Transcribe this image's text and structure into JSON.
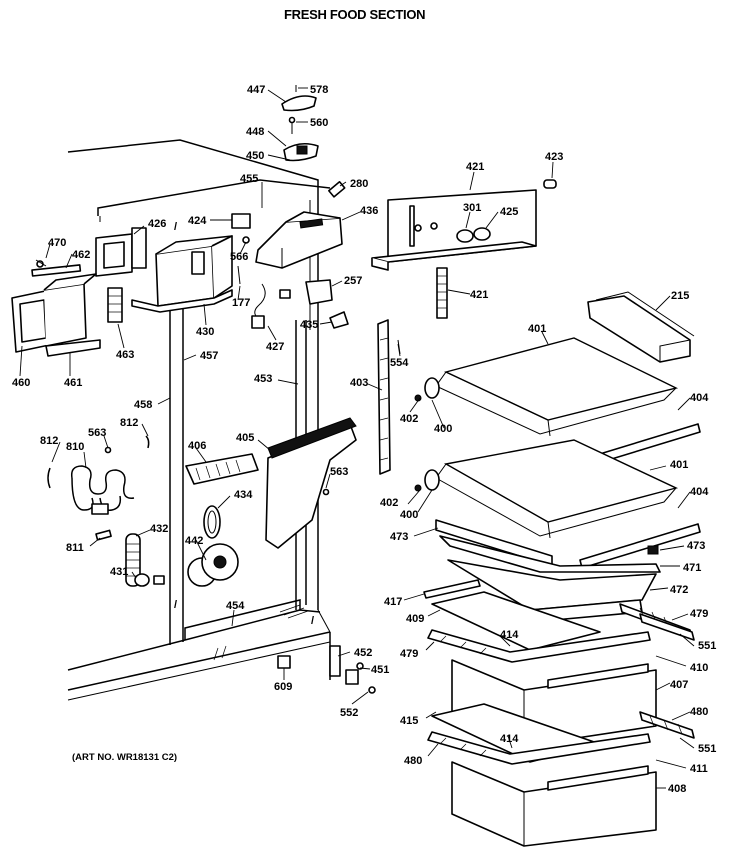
{
  "title": "FRESH FOOD SECTION",
  "art_number": "(ART NO. WR18131 C2)",
  "callouts": [
    "447",
    "578",
    "448",
    "560",
    "450",
    "421",
    "423",
    "455",
    "280",
    "426",
    "424",
    "436",
    "470",
    "462",
    "301",
    "425",
    "566",
    "257",
    "177",
    "421",
    "215",
    "427",
    "435",
    "554",
    "401",
    "460",
    "461",
    "463",
    "430",
    "457",
    "453",
    "403",
    "458",
    "402",
    "404",
    "812",
    "563",
    "406",
    "405",
    "400",
    "401",
    "812",
    "810",
    "563",
    "434",
    "402",
    "400",
    "404",
    "473",
    "473",
    "442",
    "432",
    "811",
    "471",
    "431",
    "472",
    "417",
    "409",
    "454",
    "479",
    "414",
    "551",
    "452",
    "479",
    "410",
    "609",
    "451",
    "407",
    "552",
    "480",
    "415",
    "414",
    "551",
    "480",
    "411",
    "408"
  ]
}
